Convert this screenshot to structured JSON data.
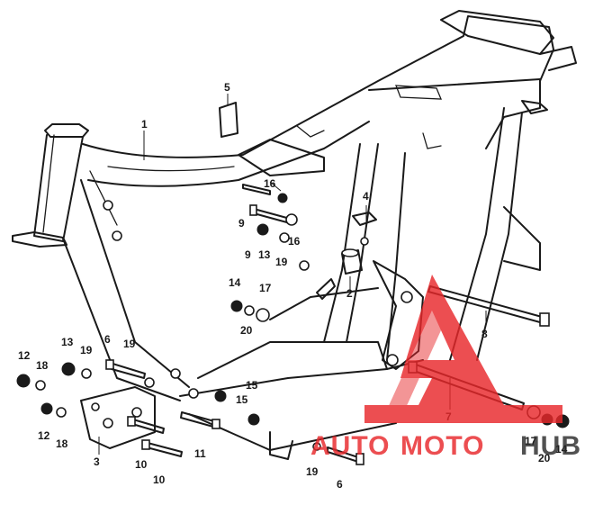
{
  "callouts": [
    {
      "id": "c1",
      "text": "1"
    },
    {
      "id": "c2",
      "text": "2"
    },
    {
      "id": "c3",
      "text": "3"
    },
    {
      "id": "c4",
      "text": "4"
    },
    {
      "id": "c5",
      "text": "5"
    },
    {
      "id": "c6a",
      "text": "6"
    },
    {
      "id": "c6b",
      "text": "6"
    },
    {
      "id": "c7",
      "text": "7"
    },
    {
      "id": "c8",
      "text": "8"
    },
    {
      "id": "c9a",
      "text": "9"
    },
    {
      "id": "c9b",
      "text": "9"
    },
    {
      "id": "c10a",
      "text": "10"
    },
    {
      "id": "c10b",
      "text": "10"
    },
    {
      "id": "c11",
      "text": "11"
    },
    {
      "id": "c12a",
      "text": "12"
    },
    {
      "id": "c12b",
      "text": "12"
    },
    {
      "id": "c13a",
      "text": "13"
    },
    {
      "id": "c13b",
      "text": "13"
    },
    {
      "id": "c14a",
      "text": "14"
    },
    {
      "id": "c14b",
      "text": "14"
    },
    {
      "id": "c15a",
      "text": "15"
    },
    {
      "id": "c15b",
      "text": "15"
    },
    {
      "id": "c16a",
      "text": "16"
    },
    {
      "id": "c16b",
      "text": "16"
    },
    {
      "id": "c17a",
      "text": "17"
    },
    {
      "id": "c17b",
      "text": "17"
    },
    {
      "id": "c18a",
      "text": "18"
    },
    {
      "id": "c18b",
      "text": "18"
    },
    {
      "id": "c19a",
      "text": "19"
    },
    {
      "id": "c19b",
      "text": "19"
    },
    {
      "id": "c19c",
      "text": "19"
    },
    {
      "id": "c19d",
      "text": "19"
    },
    {
      "id": "c20a",
      "text": "20"
    },
    {
      "id": "c20b",
      "text": "20"
    }
  ],
  "watermark": {
    "part1": "AUTO",
    "part2": "MOTO",
    "part3": "HUB",
    "color_red": "#e8282b",
    "color_dark": "#2b2b2b"
  }
}
